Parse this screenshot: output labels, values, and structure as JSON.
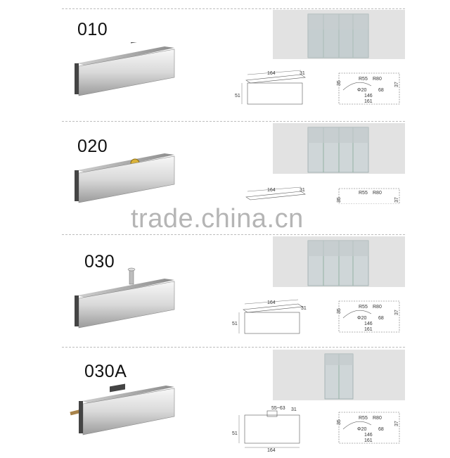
{
  "products": [
    {
      "code": "010",
      "dims": {
        "width": "164",
        "thick": "31",
        "height": "51"
      },
      "profile": {
        "r1": "R55",
        "r2": "R80",
        "h1": "35",
        "h2": "37",
        "d": "Φ20",
        "w1": "68",
        "w2": "146",
        "w3": "161"
      }
    },
    {
      "code": "020",
      "dims": {
        "width": "164",
        "thick": "31"
      },
      "profile": {
        "r1": "R55",
        "r2": "R80",
        "h1": "35",
        "h2": "37"
      }
    },
    {
      "code": "030",
      "dims": {
        "width": "164",
        "thick": "31",
        "height": "51"
      },
      "profile": {
        "r1": "R55",
        "r2": "R80",
        "h1": "35",
        "h2": "37",
        "d": "Φ20",
        "w1": "68",
        "w2": "146",
        "w3": "161"
      }
    },
    {
      "code": "030A",
      "dims": {
        "width": "164",
        "thick": "31",
        "height": "51",
        "range": "55~63"
      },
      "profile": {
        "r1": "R55",
        "r2": "R80",
        "h1": "35",
        "h2": "37",
        "d": "Φ20",
        "w1": "68",
        "w2": "146",
        "w3": "161"
      }
    }
  ],
  "watermark": "trade.china.cn"
}
